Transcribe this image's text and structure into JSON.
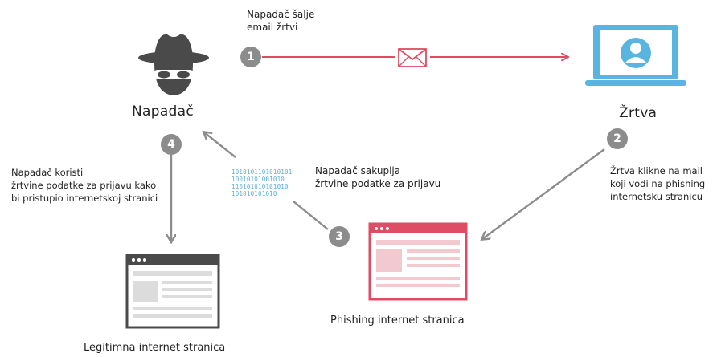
{
  "attacker": {
    "label": "Napadač",
    "icon": "hacker-icon"
  },
  "victim": {
    "label": "Žrtva",
    "icon": "user-laptop-icon"
  },
  "phishing_site": {
    "label": "Phishing internet stranica",
    "icon": "browser-window-icon"
  },
  "legit_site": {
    "label": "Legitimna internet stranica",
    "icon": "browser-window-icon"
  },
  "steps": [
    {
      "number": "1",
      "text": "Napadač šalje\nemail žrtvi"
    },
    {
      "number": "2",
      "text": "Žrtva klikne na mail\nkoji vodi na phishing\ninternetsku stranicu"
    },
    {
      "number": "3",
      "text": "Napadač sakuplja\nžrtvine podatke za prijavu"
    },
    {
      "number": "4",
      "text": "Napadač koristi\nžrtvine podatke za prijavu kako\nbi pristupio internetskoj stranici"
    }
  ],
  "binary_text": "1010101101010101\n10010101001010\n110101010101010\n101010101010",
  "colors": {
    "accent_red": "#de4d63",
    "grey_arrow": "#8c8c8c",
    "dark_icon": "#4a4a4a",
    "victim_blue": "#58b4e0",
    "binary_blue": "#5aaed8"
  }
}
